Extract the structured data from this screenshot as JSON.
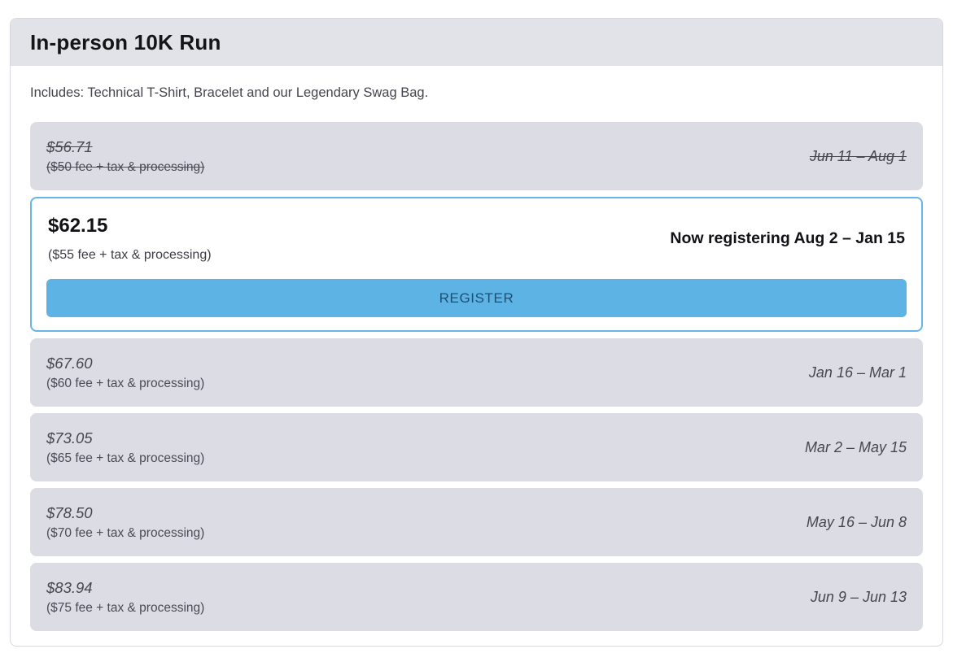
{
  "card": {
    "title": "In-person 10K Run",
    "includes": "Includes: Technical T-Shirt, Bracelet and our Legendary Swag Bag."
  },
  "tiers": [
    {
      "price": "$56.71",
      "fee": "($50 fee + tax & processing)",
      "dates": "Jun 11 – Aug 1",
      "status": "past"
    },
    {
      "price": "$62.15",
      "fee": "($55 fee + tax & processing)",
      "dates": "Now registering Aug 2 – Jan 15",
      "status": "active",
      "button_label": "REGISTER"
    },
    {
      "price": "$67.60",
      "fee": "($60 fee + tax & processing)",
      "dates": "Jan 16 – Mar 1",
      "status": "future"
    },
    {
      "price": "$73.05",
      "fee": "($65 fee + tax & processing)",
      "dates": "Mar 2 – May 15",
      "status": "future"
    },
    {
      "price": "$78.50",
      "fee": "($70 fee + tax & processing)",
      "dates": "May 16 – Jun 8",
      "status": "future"
    },
    {
      "price": "$83.94",
      "fee": "($75 fee + tax & processing)",
      "dates": "Jun 9 – Jun 13",
      "status": "future"
    }
  ],
  "colors": {
    "header_bg": "#e2e2e9",
    "row_bg": "#dcdce4",
    "card_border": "#d8d8de",
    "active_border": "#67b6e5",
    "button_bg": "#5cb3e4",
    "button_text": "#1d4f75",
    "text": "#4b4b55"
  }
}
